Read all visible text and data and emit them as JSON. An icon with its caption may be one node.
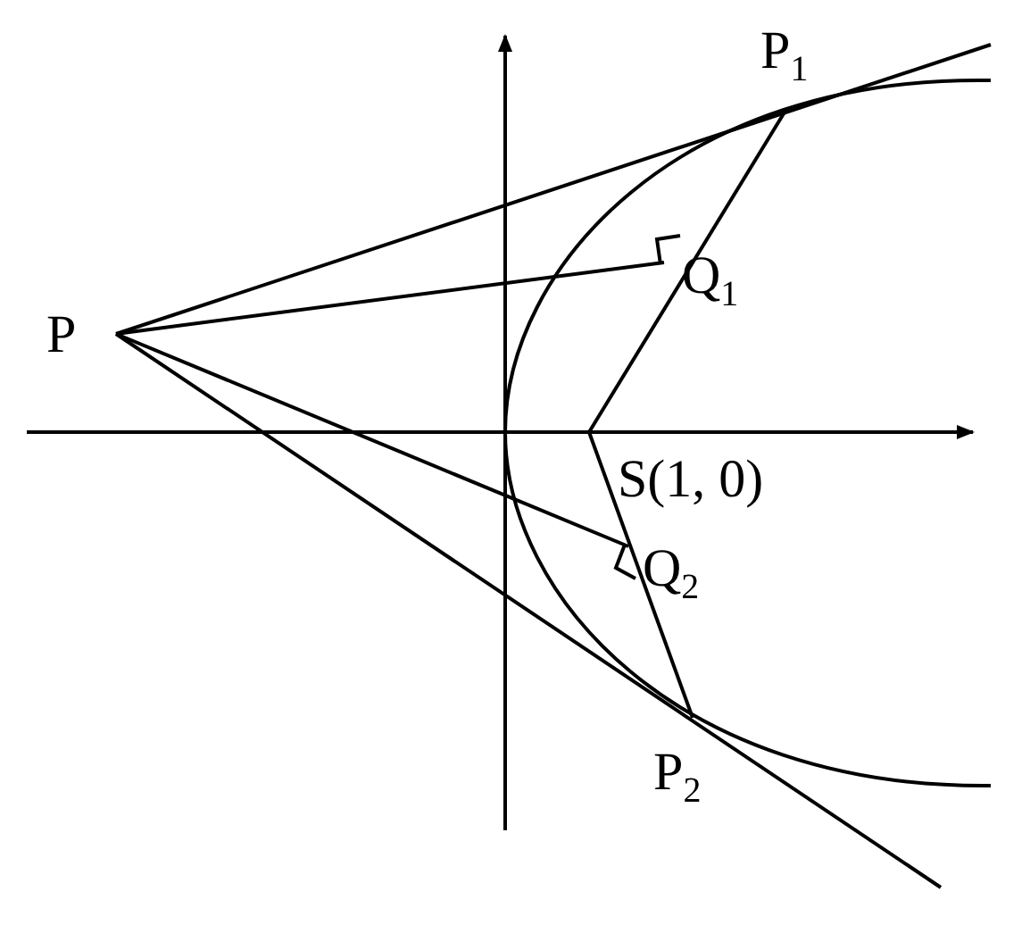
{
  "diagram": {
    "labels": [
      "P$_{1}$",
      "Q$_{1}$",
      "P",
      "S(1, 0)",
      "Q$_{2}$",
      "P$_{2}$"
    ]
  }
}
